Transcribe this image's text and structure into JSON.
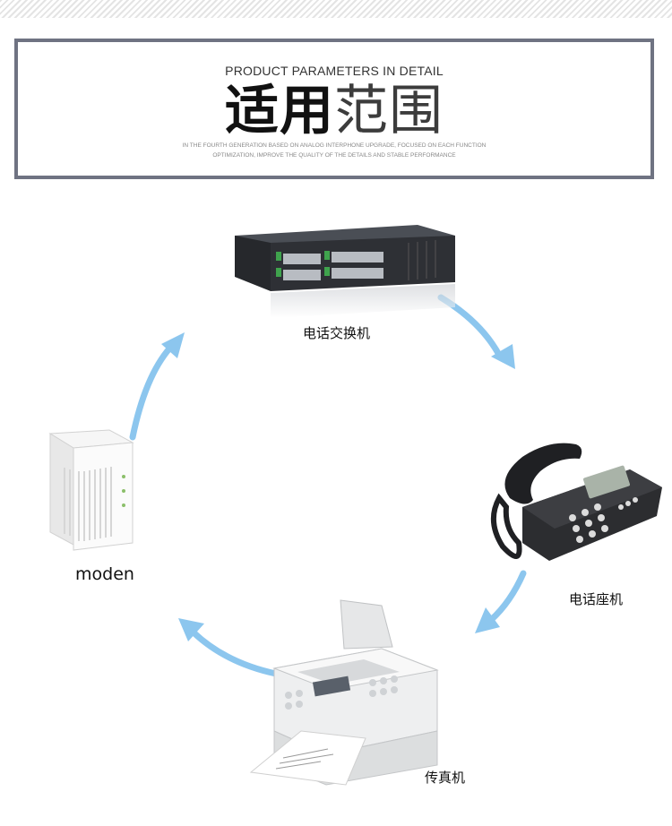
{
  "header": {
    "subtitle": "PRODUCT PARAMETERS IN DETAIL",
    "title_bold": "适用",
    "title_light": "范围",
    "desc_line1": "IN THE FOURTH GENERATION BASED ON ANALOG INTERPHONE UPGRADE, FOCUSED ON EACH FUNCTION",
    "desc_line2": "OPTIMIZATION, IMPROVE THE QUALITY OF THE DETAILS AND STABLE PERFORMANCE"
  },
  "devices": [
    {
      "id": "switch",
      "label": "电话交换机",
      "icon": "rack-switch-icon"
    },
    {
      "id": "phone",
      "label": "电话座机",
      "icon": "desk-phone-icon"
    },
    {
      "id": "fax",
      "label": "传真机",
      "icon": "fax-machine-icon"
    },
    {
      "id": "modem",
      "label": "moden",
      "icon": "modem-icon"
    }
  ],
  "colors": {
    "frame": "#6f7382",
    "arrow": "#8cc6ee"
  }
}
